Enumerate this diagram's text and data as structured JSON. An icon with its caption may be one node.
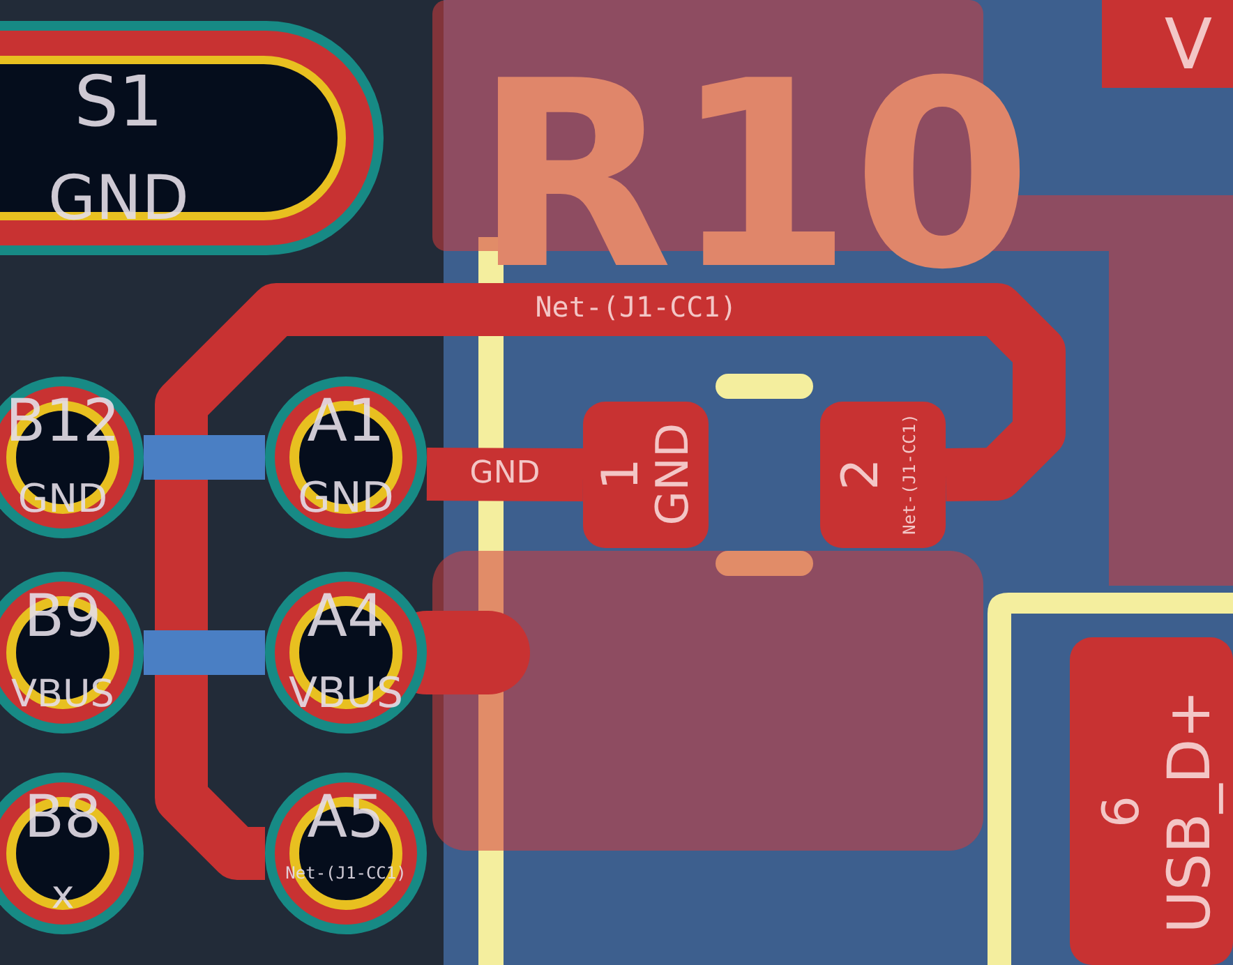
{
  "diagram": {
    "nodes": [
      {
        "text": [
          "S1",
          "GND"
        ]
      },
      {
        "text": [
          "V"
        ]
      },
      {
        "text": [
          "B12",
          "GND"
        ]
      },
      {
        "text": [
          "A1",
          "GND"
        ]
      },
      {
        "text": [
          "1",
          "GND"
        ]
      },
      {
        "text": [
          "2",
          "Net-(J1-CC1)"
        ]
      },
      {
        "text": [
          "B9",
          "VBUS"
        ]
      },
      {
        "text": [
          "A4",
          "VBUS"
        ]
      },
      {
        "text": [
          "6",
          "USB_D+"
        ]
      },
      {
        "text": [
          "B8",
          "x"
        ]
      },
      {
        "text": [
          "A5",
          "Net-(J1-CC1)"
        ]
      }
    ],
    "edges": [
      {
        "from": 3,
        "to": 4,
        "arrow": "none",
        "label": "GND"
      },
      {
        "from": 10,
        "to": 5,
        "arrow": "none",
        "label": "Net-(J1-CC1)"
      },
      {
        "from": 2,
        "to": 3,
        "arrow": "none",
        "color": "#4a7fc4"
      },
      {
        "from": 6,
        "to": 7,
        "arrow": "none",
        "color": "#4a7fc4"
      },
      {
        "from": 7,
        "to": null,
        "arrow": "none"
      }
    ],
    "labels": [
      "R10"
    ]
  }
}
